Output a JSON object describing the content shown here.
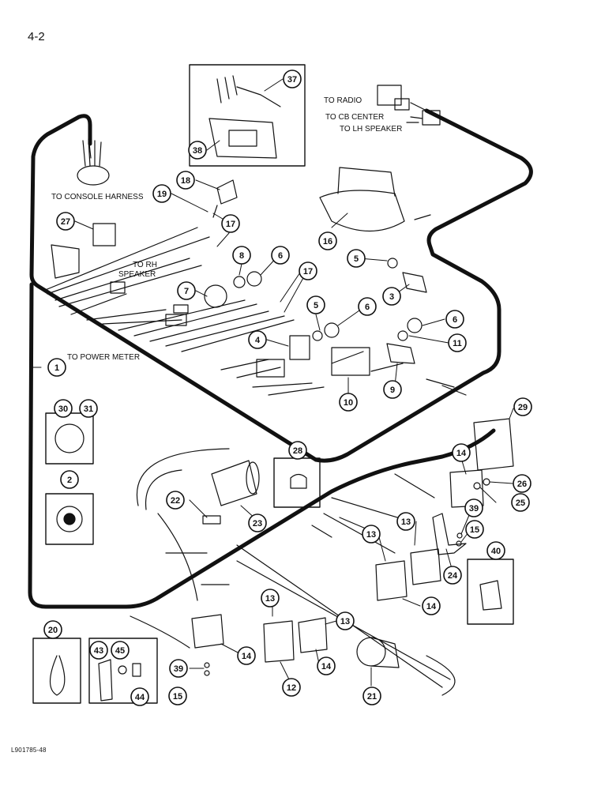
{
  "page_number": "4-2",
  "figure_id": "L901785-48",
  "labels": {
    "radio": "TO RADIO",
    "cb_center": "TO CB CENTER",
    "lh_speaker": "TO LH SPEAKER",
    "console_harness": "TO CONSOLE HARNESS",
    "rh_speaker_1": "TO RH",
    "rh_speaker_2": "SPEAKER",
    "power_meter": "TO POWER METER"
  },
  "callouts": {
    "c37": "37",
    "c38": "38",
    "c18": "18",
    "c19": "19",
    "c27": "27",
    "c17a": "17",
    "c16": "16",
    "c8": "8",
    "c6a": "6",
    "c5a": "5",
    "c7": "7",
    "c17b": "17",
    "c3": "3",
    "c5b": "5",
    "c6b": "6",
    "c4": "4",
    "c6c": "6",
    "c11": "11",
    "c1": "1",
    "c10": "10",
    "c9": "9",
    "c29": "29",
    "c30": "30",
    "c31": "31",
    "c28": "28",
    "c14a": "14",
    "c26": "26",
    "c2": "2",
    "c22": "22",
    "c25": "25",
    "c23": "23",
    "c13a": "13",
    "c39a": "39",
    "c15a": "15",
    "c13b": "13",
    "c40": "40",
    "c24": "24",
    "c14b": "14",
    "c13c": "13",
    "c13d": "13",
    "c20": "20",
    "c43": "43",
    "c45": "45",
    "c14c": "14",
    "c14d": "14",
    "c39b": "39",
    "c12": "12",
    "c21": "21",
    "c44": "44",
    "c15b": "15"
  }
}
